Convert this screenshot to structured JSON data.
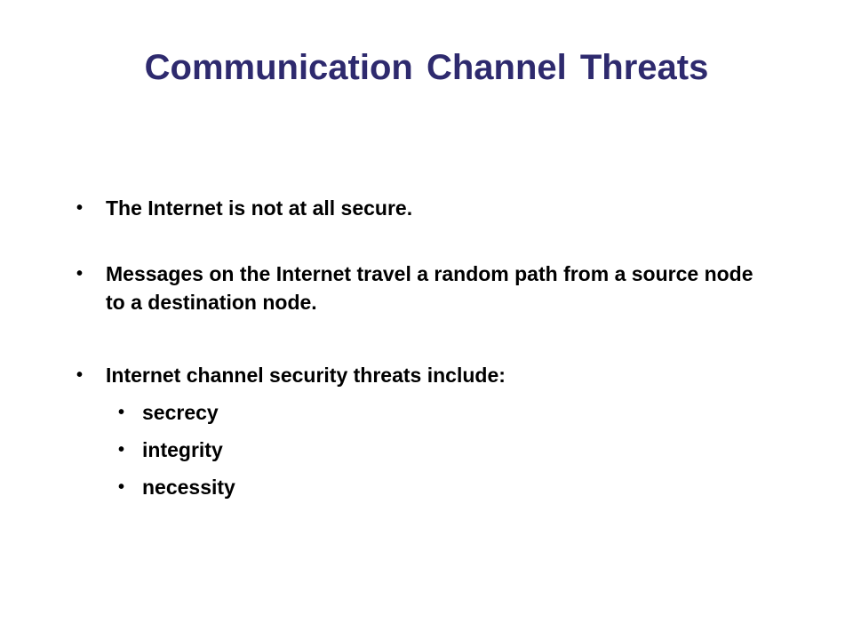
{
  "slide": {
    "title": "Communication Channel Threats",
    "title_color": "#2E2A6E",
    "text_color": "#000000",
    "bullet_glyph": "•",
    "bullets": [
      {
        "text": "The Internet is not at all secure."
      },
      {
        "text": "Messages on the Internet travel a random path from a source node to a destination node."
      },
      {
        "text": "Internet channel security threats include:"
      }
    ],
    "sub_bullets": [
      {
        "text": "secrecy"
      },
      {
        "text": "integrity"
      },
      {
        "text": "necessity"
      }
    ]
  }
}
